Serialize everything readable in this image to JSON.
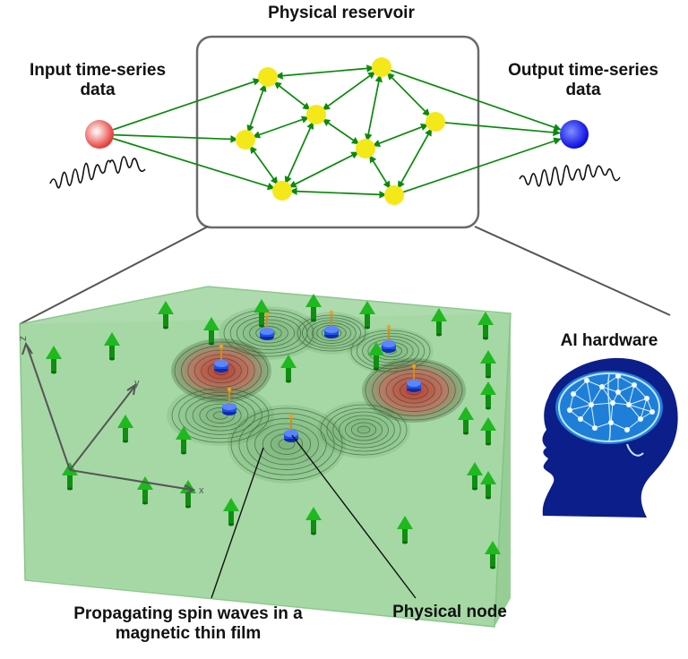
{
  "reservoir": {
    "title": "Physical reservoir",
    "input_label_line1": "Input time-series",
    "input_label_line2": "data",
    "output_label_line1": "Output time-series",
    "output_label_line2": "data"
  },
  "film": {
    "axis_x": "x",
    "axis_y": "y",
    "axis_z": "z",
    "caption_line1": "Propagating spin waves in a",
    "caption_line2": "magnetic thin film",
    "node_label": "Physical node"
  },
  "hardware": {
    "label": "AI hardware"
  },
  "colors": {
    "input_node": "#ee1111",
    "output_node": "#1111ee",
    "reservoir_node": "#f5e81a",
    "edge": "#0a8a0a",
    "film": "#9cd39c",
    "arrow": "#1fb81f",
    "head": "#0c1e8a",
    "brain": "#2aa8f0"
  },
  "icons": [
    "input-node-icon",
    "output-node-icon",
    "reservoir-node-icon",
    "spin-arrow-icon",
    "head-silhouette-icon",
    "brain-network-icon"
  ]
}
